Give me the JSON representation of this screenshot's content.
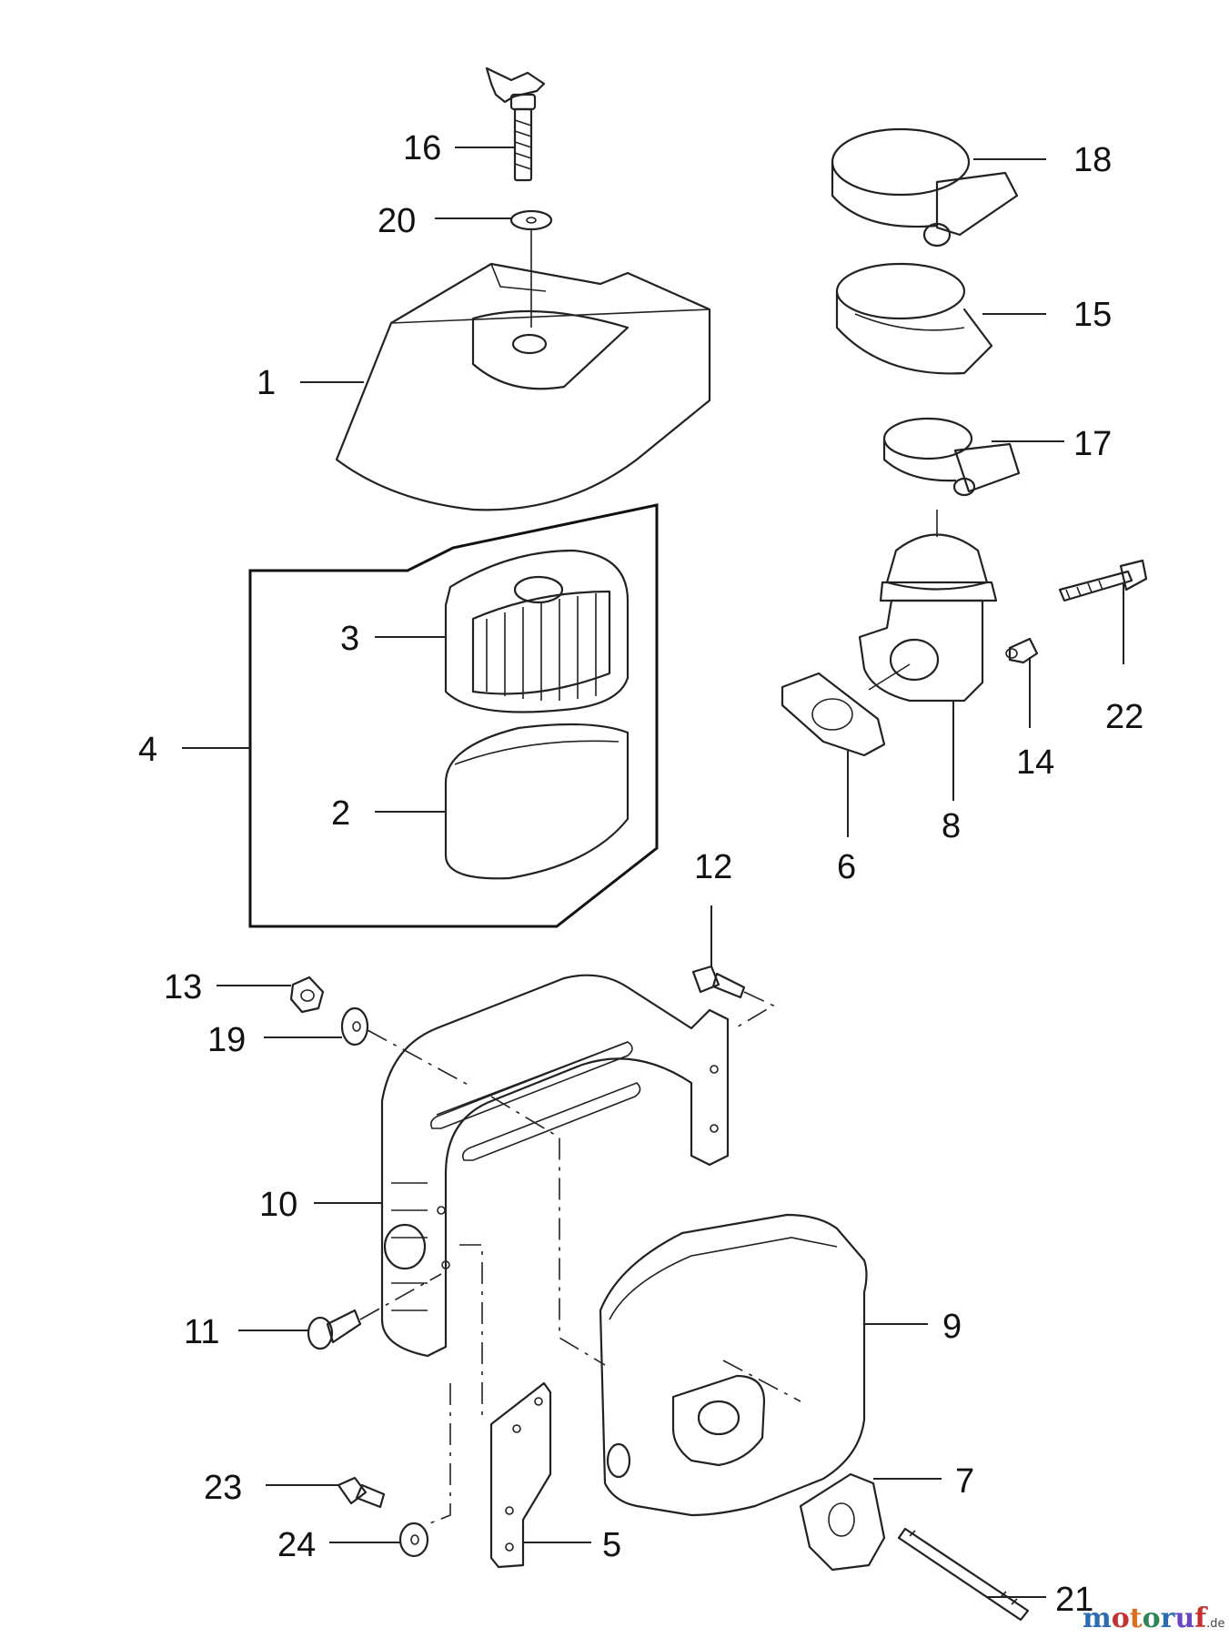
{
  "callouts": [
    {
      "id": "1",
      "label": "1"
    },
    {
      "id": "2",
      "label": "2"
    },
    {
      "id": "3",
      "label": "3"
    },
    {
      "id": "4",
      "label": "4"
    },
    {
      "id": "5",
      "label": "5"
    },
    {
      "id": "6",
      "label": "6"
    },
    {
      "id": "7",
      "label": "7"
    },
    {
      "id": "8",
      "label": "8"
    },
    {
      "id": "9",
      "label": "9"
    },
    {
      "id": "10",
      "label": "10"
    },
    {
      "id": "11",
      "label": "11"
    },
    {
      "id": "12",
      "label": "12"
    },
    {
      "id": "13",
      "label": "13"
    },
    {
      "id": "14",
      "label": "14"
    },
    {
      "id": "15",
      "label": "15"
    },
    {
      "id": "16",
      "label": "16"
    },
    {
      "id": "17",
      "label": "17"
    },
    {
      "id": "18",
      "label": "18"
    },
    {
      "id": "19",
      "label": "19"
    },
    {
      "id": "20",
      "label": "20"
    },
    {
      "id": "21",
      "label": "21"
    },
    {
      "id": "22",
      "label": "22"
    },
    {
      "id": "23",
      "label": "23"
    },
    {
      "id": "24",
      "label": "24"
    }
  ],
  "watermark": {
    "brand_parts": [
      "m",
      "o",
      "t",
      "o",
      "r",
      "u",
      "f"
    ],
    "brand_colors": [
      "#2b6cb0",
      "#c53030",
      "#dd6b20",
      "#2f855a",
      "#2b6cb0",
      "#6b46c1",
      "#c53030"
    ],
    "suffix": ".de"
  }
}
